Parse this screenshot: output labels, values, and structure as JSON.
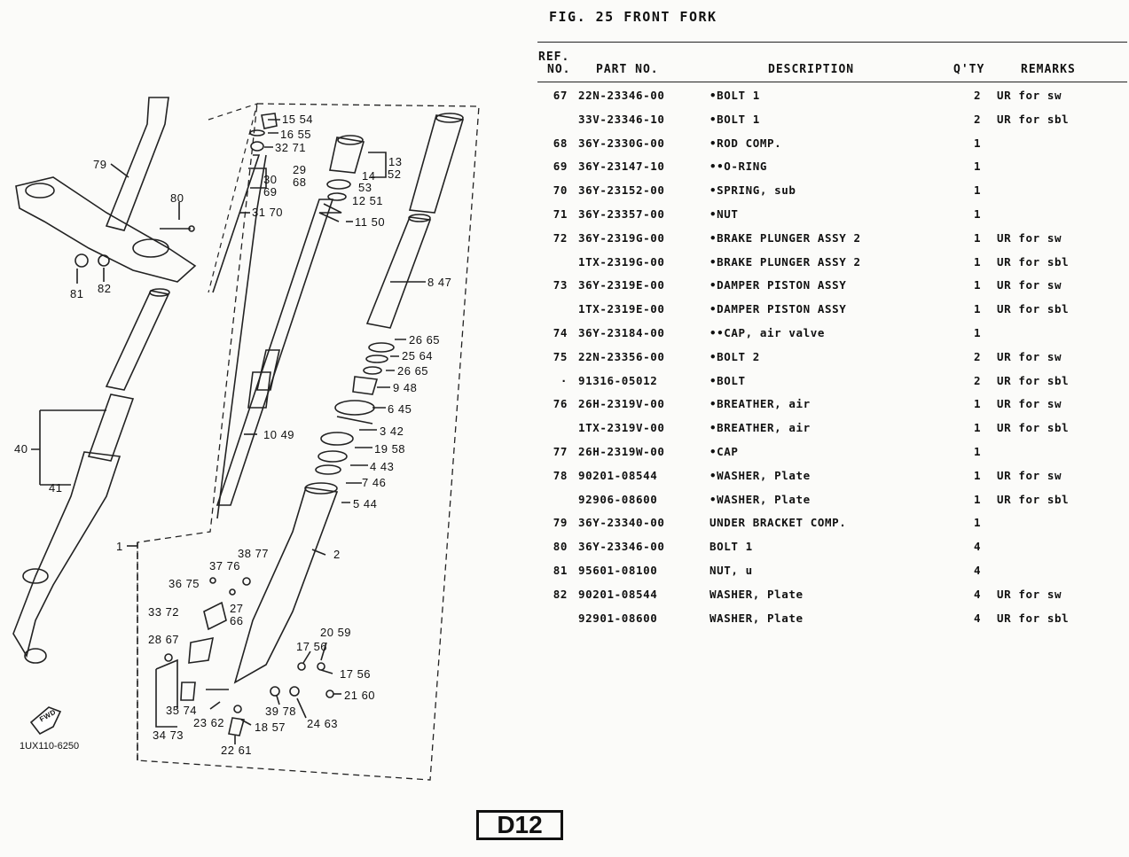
{
  "figure": {
    "title": "FIG. 25  FRONT FORK"
  },
  "table": {
    "headers": {
      "ref": "REF.",
      "no": "NO.",
      "part": "PART NO.",
      "desc": "DESCRIPTION",
      "qty": "Q'TY",
      "remarks": "REMARKS"
    },
    "rows": [
      {
        "ref": "67",
        "part": "22N-23346-00",
        "desc": "•BOLT 1",
        "qty": "2",
        "remarks": "UR for sw"
      },
      {
        "ref": "",
        "part": "33V-23346-10",
        "desc": "•BOLT 1",
        "qty": "2",
        "remarks": "UR for sbl"
      },
      {
        "ref": "68",
        "part": "36Y-2330G-00",
        "desc": "•ROD COMP.",
        "qty": "1",
        "remarks": ""
      },
      {
        "ref": "69",
        "part": "36Y-23147-10",
        "desc": "••O-RING",
        "qty": "1",
        "remarks": ""
      },
      {
        "ref": "70",
        "part": "36Y-23152-00",
        "desc": "•SPRING, sub",
        "qty": "1",
        "remarks": ""
      },
      {
        "ref": "71",
        "part": "36Y-23357-00",
        "desc": "•NUT",
        "qty": "1",
        "remarks": ""
      },
      {
        "ref": "72",
        "part": "36Y-2319G-00",
        "desc": "•BRAKE PLUNGER ASSY 2",
        "qty": "1",
        "remarks": "UR for sw"
      },
      {
        "ref": "",
        "part": "1TX-2319G-00",
        "desc": "•BRAKE PLUNGER ASSY 2",
        "qty": "1",
        "remarks": "UR for sbl"
      },
      {
        "ref": "73",
        "part": "36Y-2319E-00",
        "desc": "•DAMPER PISTON ASSY",
        "qty": "1",
        "remarks": "UR for sw"
      },
      {
        "ref": "",
        "part": "1TX-2319E-00",
        "desc": "•DAMPER PISTON ASSY",
        "qty": "1",
        "remarks": "UR for sbl"
      },
      {
        "ref": "74",
        "part": "36Y-23184-00",
        "desc": "••CAP, air valve",
        "qty": "1",
        "remarks": ""
      },
      {
        "ref": "75",
        "part": "22N-23356-00",
        "desc": "•BOLT 2",
        "qty": "2",
        "remarks": "UR for sw"
      },
      {
        "ref": "·",
        "part": "91316-05012",
        "desc": "•BOLT",
        "qty": "2",
        "remarks": "UR for sbl"
      },
      {
        "ref": "76",
        "part": "26H-2319V-00",
        "desc": "•BREATHER, air",
        "qty": "1",
        "remarks": "UR for sw"
      },
      {
        "ref": "",
        "part": "1TX-2319V-00",
        "desc": "•BREATHER, air",
        "qty": "1",
        "remarks": "UR for sbl"
      },
      {
        "ref": "77",
        "part": "26H-2319W-00",
        "desc": "•CAP",
        "qty": "1",
        "remarks": ""
      },
      {
        "ref": "78",
        "part": "90201-08544",
        "desc": "•WASHER, Plate",
        "qty": "1",
        "remarks": "UR for sw"
      },
      {
        "ref": "",
        "part": "92906-08600",
        "desc": "•WASHER, Plate",
        "qty": "1",
        "remarks": "UR for sbl"
      },
      {
        "ref": "79",
        "part": "36Y-23340-00",
        "desc": "UNDER BRACKET COMP.",
        "qty": "1",
        "remarks": ""
      },
      {
        "ref": "80",
        "part": "36Y-23346-00",
        "desc": "BOLT 1",
        "qty": "4",
        "remarks": ""
      },
      {
        "ref": "81",
        "part": "95601-08100",
        "desc": "NUT, u",
        "qty": "4",
        "remarks": ""
      },
      {
        "ref": "82",
        "part": "90201-08544",
        "desc": "WASHER, Plate",
        "qty": "4",
        "remarks": "UR for sw"
      },
      {
        "ref": "",
        "part": "92901-08600",
        "desc": "WASHER, Plate",
        "qty": "4",
        "remarks": "UR for sbl"
      }
    ]
  },
  "diagram": {
    "labels": [
      "79",
      "80",
      "81",
      "82",
      "40",
      "41",
      "1",
      "2",
      "15 54",
      "16 55",
      "32 71",
      "29",
      "68",
      "30",
      "69",
      "31 70",
      "13",
      "52",
      "14",
      "53",
      "12 51",
      "11 50",
      "8 47",
      "26 65",
      "25 64",
      "26 65",
      "9 48",
      "6 45",
      "3 42",
      "10 49",
      "19 58",
      "4 43",
      "7 46",
      "5 44",
      "38 77",
      "37 76",
      "36 75",
      "33 72",
      "27",
      "66",
      "28 67",
      "17 56",
      "20 59",
      "17 56",
      "21 60",
      "35 74",
      "34 73",
      "23 62",
      "39 78",
      "24 63",
      "18 57",
      "22 61"
    ],
    "fwd_label": "FWD",
    "illustration_code": "1UX110-6250"
  },
  "page_id": "D12"
}
